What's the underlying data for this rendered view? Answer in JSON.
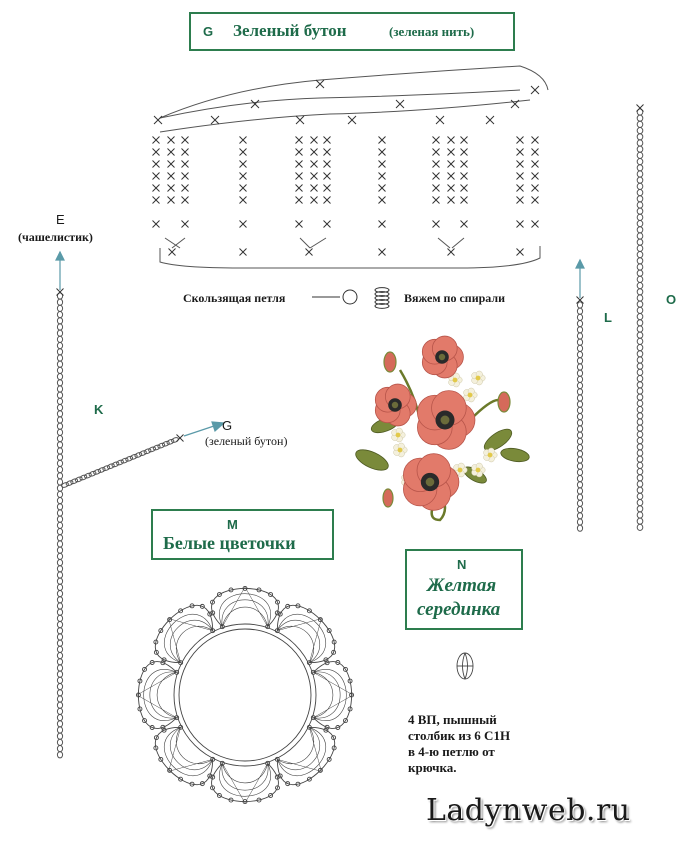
{
  "sections": {
    "g": {
      "letter": "G",
      "title": "Зеленый бутон",
      "subtitle": "(зеленая нить)"
    },
    "e": {
      "letter": "E",
      "label": "(чашелистик)"
    },
    "k": {
      "letter": "K"
    },
    "g_ref": {
      "letter": "G",
      "label": "(зеленый  бутон)"
    },
    "l": {
      "letter": "L"
    },
    "o": {
      "letter": "O"
    },
    "m": {
      "letter": "M",
      "title": "Белые цветочки"
    },
    "n": {
      "letter": "N",
      "title_line1": "Желтая",
      "title_line2": "серединка"
    }
  },
  "legend": {
    "slip_loop": "Скользящая петля",
    "spiral": "Вяжем по спирали"
  },
  "n_instructions": {
    "line1": "4 ВП, пышный",
    "line2": "столбик из 6 С1Н",
    "line3": "в 4-ю петлю от",
    "line4": "крючка."
  },
  "watermark": "Ladynweb.ru",
  "colors": {
    "accent": "#1e6b4a",
    "box_border": "#2d7d4e",
    "arrow": "#5a9aa8",
    "ink": "#444444"
  }
}
